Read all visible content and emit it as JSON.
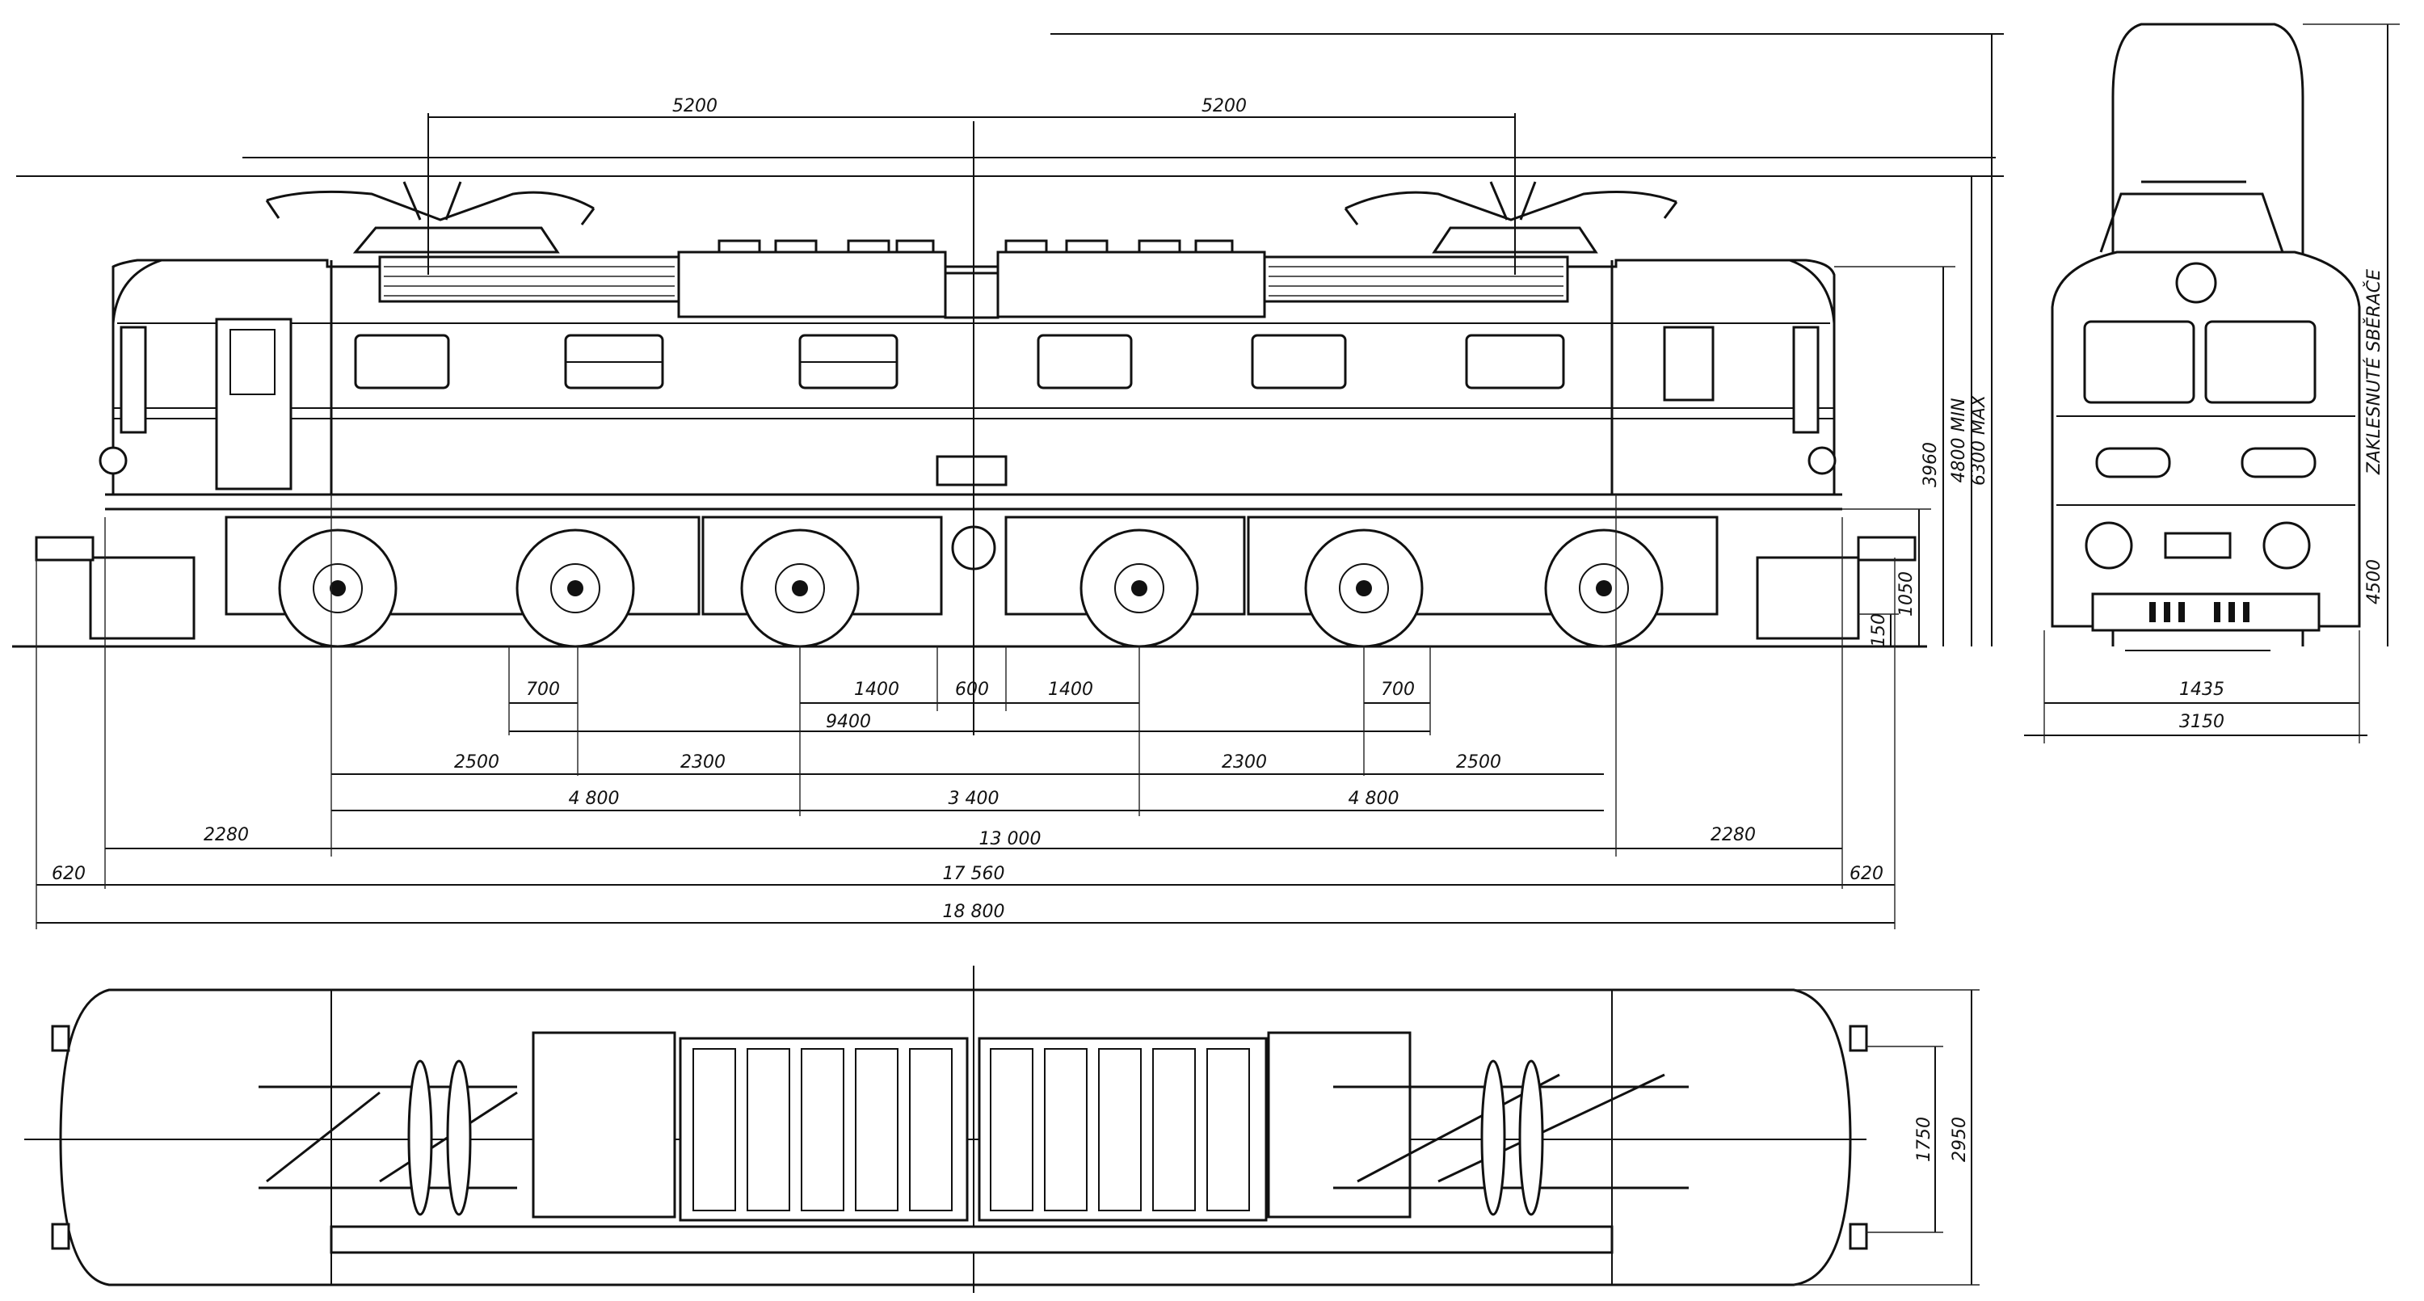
{
  "dimensions": {
    "pantograph_left_offset": "5200",
    "pantograph_right_offset": "5200",
    "axle_left_a": "700",
    "axle_center_a": "1400",
    "axle_center_gap": "600",
    "axle_center_b": "1400",
    "axle_right_a": "700",
    "axle_inner_span": "9400",
    "spacing_left_outer": "2500",
    "spacing_left_inner": "2300",
    "spacing_right_inner": "2300",
    "spacing_right_outer": "2500",
    "bogie_left": "4 800",
    "bogie_middle": "3 400",
    "bogie_right": "4 800",
    "overhang_left": "2280",
    "pivot_span": "13 000",
    "overhang_right": "2280",
    "buffer_left": "620",
    "body_length": "17 560",
    "buffer_right": "620",
    "overall_length": "18 800",
    "buffer_height": "150",
    "floor_height": "1050",
    "roof_height": "3960",
    "pantograph_min": "4800 MIN",
    "pantograph_max": "6300 MAX",
    "front_gauge": "1435",
    "front_width": "3150",
    "front_lowered_height": "4500",
    "front_lowered_label": "ZAKLESNUTÉ SBĚRAČE",
    "plan_inner_width": "1750",
    "plan_outer_width": "2950"
  }
}
